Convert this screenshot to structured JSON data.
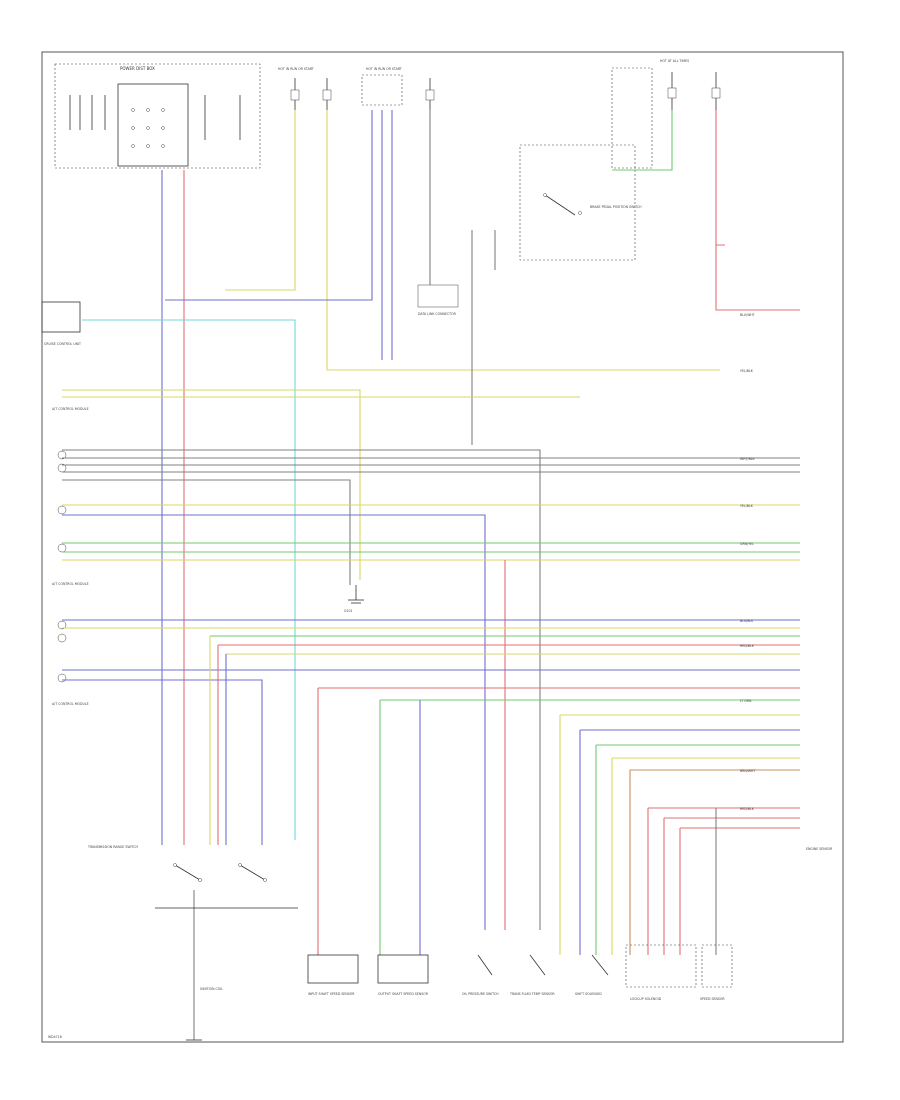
{
  "diagram": {
    "footer_code": "WD4716",
    "components": {
      "power_dist": "POWER DIST BOX",
      "hot_in_run": "HOT IN RUN OR START",
      "hot_at_all_times": "HOT AT ALL TIMES",
      "cruise_control_unit": "CRUISE CONTROL UNIT",
      "a_t_control_module_top": "A/T CONTROL MODULE",
      "a_t_control_module_mid": "A/T CONTROL MODULE",
      "a_t_control_module_low": "A/T CONTROL MODULE",
      "brake_switch": "BRAKE PEDAL POSITION SWITCH",
      "trans_range_switch": "TRANSMISSION RANGE SWITCH",
      "data_link": "DATA LINK CONNECTOR",
      "ignition_coil": "IGNITION COIL",
      "g101": "G101",
      "input_shaft_sensor": "INPUT SHAFT SPEED SENSOR",
      "output_shaft_sensor": "OUTPUT SHAFT SPEED SENSOR",
      "oil_pressure_switch": "OIL PRESSURE SWITCH",
      "trans_fluid_temp": "TRANS FLUID TEMP SENSOR",
      "shift_solenoid": "SHIFT SOLENOID",
      "lockup_solenoid": "LOCK-UP SOLENOID",
      "speed_sensor": "SPEED SENSOR",
      "engine_sensor": "ENGINE SENSOR"
    },
    "wire_labels": {
      "wht_blk": "WHT/BLK",
      "yel_blk": "YEL/BLK",
      "grn_yel": "GRN/YEL",
      "blu_wht": "BLU/WHT",
      "red_blk": "RED/BLK",
      "blk_yel": "BLK/YEL",
      "lt_grn": "LT GRN",
      "brn_wht": "BRN/WHT",
      "blu_blk": "BLU/BLK",
      "grn_wht": "GRN/WHT"
    }
  }
}
